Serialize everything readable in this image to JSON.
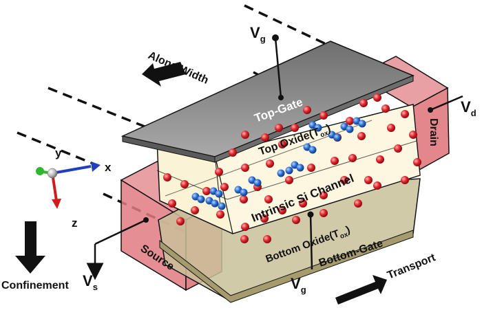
{
  "labels": {
    "top_gate": "Top-Gate",
    "top_oxide_main": "Top Oxide(T",
    "top_oxide_sub": "ox",
    "top_oxide_end": ")",
    "channel": "Intrinsic Si Channel",
    "bottom_oxide_main": "Bottom Oxide(T",
    "bottom_oxide_sub": "ox",
    "bottom_oxide_end": ")",
    "bottom_gate": "Bottom-Gate",
    "source": "Source",
    "drain": "Drain",
    "vg_top_main": "V",
    "vg_top_sub": "g",
    "vg_bottom_main": "V",
    "vg_bottom_sub": "g",
    "vd_main": "V",
    "vd_sub": "d",
    "vs_main": "V",
    "vs_sub": "s",
    "along_width": "Along Width",
    "transport": "Transport",
    "confinement": "Confinement",
    "axis_x": "x",
    "axis_y": "y",
    "axis_z": "z"
  },
  "colors": {
    "source_drain_fill": "#e07a80",
    "top_gate_fill": "#8c8c8c",
    "oxide_fill": "#fbf3d6",
    "bottom_gate_fill": "#c9c19a",
    "atom_red": "#e0242a",
    "atom_blue": "#2a6fd6",
    "arrow": "#111111",
    "axis_x": "#1f3fbf",
    "axis_y": "#2fb82f",
    "axis_z": "#d01c1c"
  }
}
